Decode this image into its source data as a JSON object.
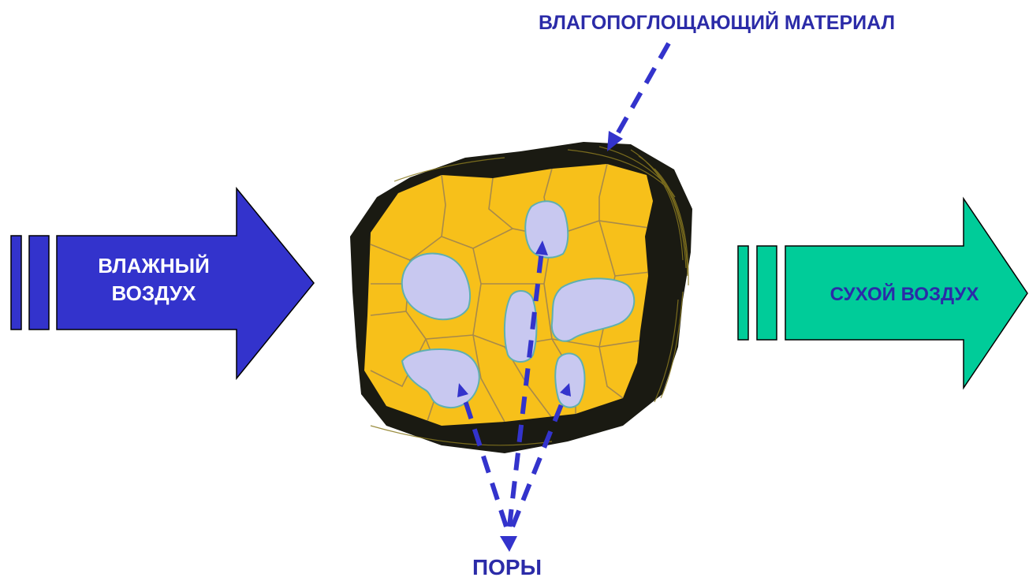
{
  "labels": {
    "material": "ВЛАГОПОГЛОЩАЮЩИЙ МАТЕРИАЛ",
    "humid_air_line1": "ВЛАЖНЫЙ",
    "humid_air_line2": "ВОЗДУХ",
    "dry_air": "СУХОЙ ВОЗДУХ",
    "pores": "ПОРЫ"
  },
  "colors": {
    "humid_arrow": "#3333cc",
    "dry_arrow": "#00cc99",
    "label_text": "#2b2ba8",
    "pointer": "#3333cc",
    "granule_fill": "#f7c01a",
    "granule_crust": "#1a1a12",
    "pore_fill": "#c8c8f0",
    "pore_outline": "#5fb0b0"
  }
}
